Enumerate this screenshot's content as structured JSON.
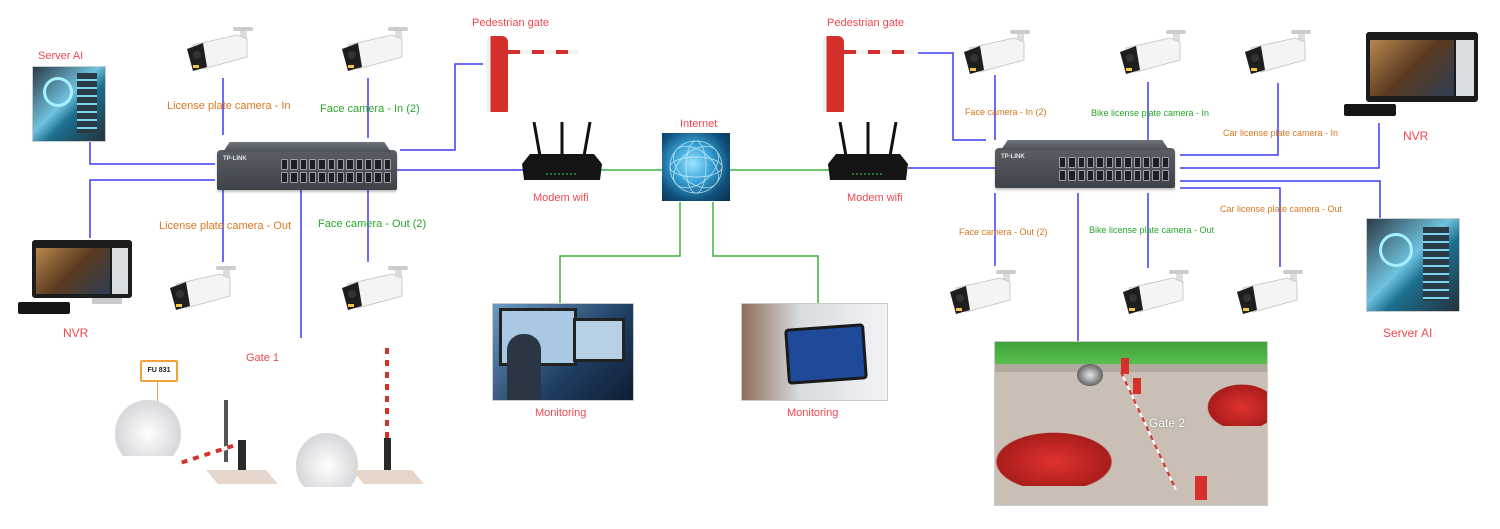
{
  "diagram": {
    "title": "Parking & access control network diagram",
    "colors": {
      "device_label": "#f0474f",
      "license_label": "#d9771f",
      "face_label": "#2aa52a",
      "lan_wire": "#3b3bf0",
      "internet_wire": "#3bb33b"
    },
    "center": {
      "internet_label": "Internet",
      "modem_left_label": "Modem wifi",
      "modem_right_label": "Modem wifi",
      "monitoring_left_label": "Monitoring",
      "monitoring_right_label": "Monitoring"
    },
    "site_left": {
      "server_label": "Server AI",
      "nvr_label": "NVR",
      "pedestrian_gate_label": "Pedestrian gate",
      "gate_label": "Gate 1",
      "plate_text": "FU 831",
      "switch_brand": "TP-LINK",
      "cameras": [
        {
          "label": "License plate camera - In",
          "type": "license"
        },
        {
          "label": "Face camera - In (2)",
          "type": "face"
        },
        {
          "label": "License plate camera - Out",
          "type": "license"
        },
        {
          "label": "Face camera - Out (2)",
          "type": "face"
        }
      ]
    },
    "site_right": {
      "server_label": "Server AI",
      "nvr_label": "NVR",
      "pedestrian_gate_label": "Pedestrian gate",
      "gate_label": "Gate 2",
      "switch_brand": "TP-LINK",
      "cameras": [
        {
          "label": "Face camera - In (2)",
          "type": "license"
        },
        {
          "label": "Bike license plate camera - In",
          "type": "face"
        },
        {
          "label": "Car license plate camera - In",
          "type": "license"
        },
        {
          "label": "Face camera - Out (2)",
          "type": "license"
        },
        {
          "label": "Bike license plate camera - Out",
          "type": "face"
        },
        {
          "label": "Car license plate camera - Out",
          "type": "license"
        }
      ]
    }
  }
}
